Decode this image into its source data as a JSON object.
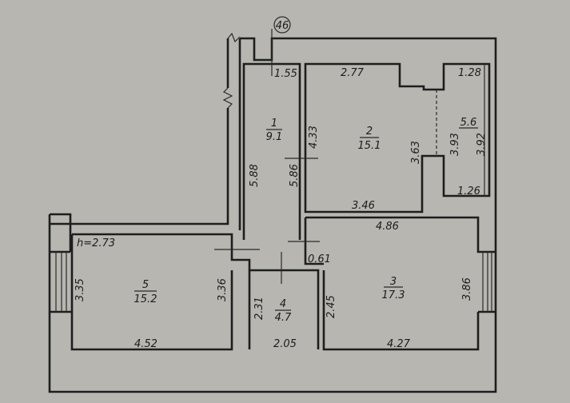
{
  "axis_marker": "46",
  "ceiling_height": "h=2.73",
  "rooms": [
    {
      "number": "1",
      "area": "9.1"
    },
    {
      "number": "2",
      "area": "15.1"
    },
    {
      "number": "3",
      "area": "17.3"
    },
    {
      "number": "4",
      "area": "4.7"
    },
    {
      "number": "5",
      "area": "15.2"
    },
    {
      "number": "",
      "area": "5.6"
    }
  ],
  "dimensions": {
    "d155": "1.55",
    "d277": "2.77",
    "d128": "1.28",
    "d433": "4.33",
    "d588": "5.88",
    "d586": "5.86",
    "d363": "3.63",
    "d393": "3.93",
    "d392": "3.92",
    "d126": "1.26",
    "d346": "3.46",
    "d486": "4.86",
    "d061": "0.61",
    "d335": "3.35",
    "d336": "3.36",
    "d231": "2.31",
    "d245": "2.45",
    "d386": "3.86",
    "d452": "4.52",
    "d205": "2.05",
    "d427": "4.27"
  }
}
